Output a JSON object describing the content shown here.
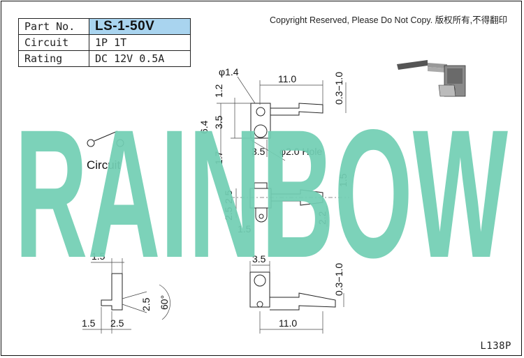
{
  "spec": {
    "part_no_label": "Part No.",
    "part_no_value": "LS-1-50V",
    "circuit_label": "Circuit",
    "circuit_value": "1P 1T",
    "rating_label": "Rating",
    "rating_value": "DC 12V 0.5A"
  },
  "copyright": "Copyright Reserved, Please Do Not Copy. 版权所有,不得翻印",
  "watermark": {
    "text": "RAINBOW",
    "color": "#72cfb4"
  },
  "circuit_label": "Circuit",
  "dimensions": {
    "d_hole_small": "φ1.4",
    "d_11_top": "11.0",
    "d_03_top": "0.3−1.0",
    "d_12": "1.2",
    "d_64": "6.4",
    "d_35_v": "3.5",
    "d_17": "1.7",
    "d_35_h": "3.5",
    "d_hole_label": "φ2.0  Hole",
    "d_15_right": "1.5",
    "d_252": "2.5",
    "d_25b": "2.5",
    "d_22": "2.2",
    "d_15_mid": "1.5",
    "d_15_left_top": "1.5",
    "d_15_left_bottom": "1.5",
    "d_25_left_bottom": "2.5",
    "d_25_left_v": "2.5",
    "d_60": "60°",
    "d_35_bottom": "3.5",
    "d_03_bottom": "0.3−1.0",
    "d_11_bottom": "11.0"
  },
  "drawing_code": "L138P"
}
